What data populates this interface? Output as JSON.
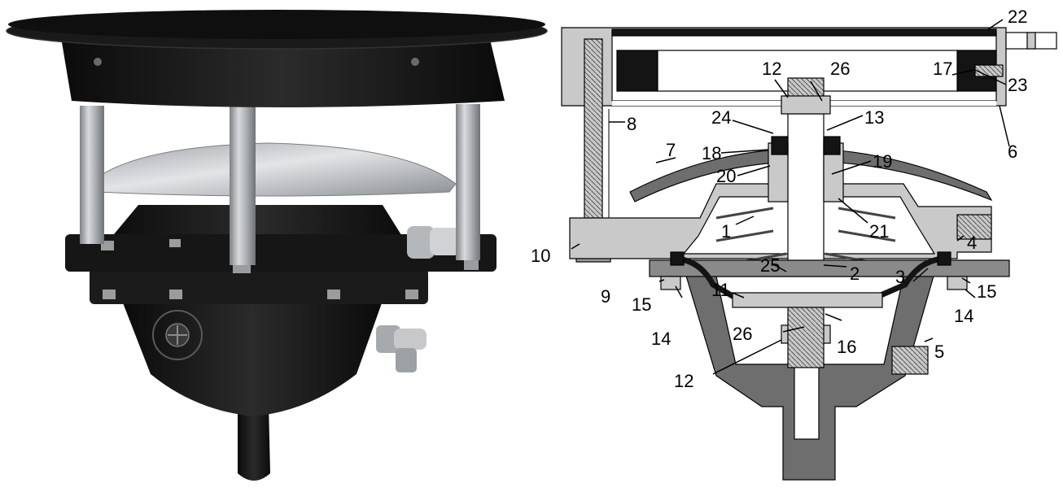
{
  "colors": {
    "background": "#ffffff",
    "casting_black": "#141414",
    "casting_shadow": "#2a2a2a",
    "aluminum": "#b9bcbf",
    "aluminum_dark": "#8e9296",
    "section_light": "#c9c9c9",
    "section_dark": "#6e6e6e",
    "diaphragm": "#141414",
    "line": "#000000"
  },
  "photo": {
    "alt": "photo-of-assembled-regulator"
  },
  "diagram": {
    "labels": {
      "l1": "1",
      "l2": "2",
      "l3": "3",
      "l4": "4",
      "l5": "5",
      "l6": "6",
      "l7": "7",
      "l8": "8",
      "l9": "9",
      "l10": "10",
      "l11": "11",
      "l12a": "12",
      "l12b": "12",
      "l13": "13",
      "l14a": "14",
      "l14b": "14",
      "l15a": "15",
      "l15b": "15",
      "l16": "16",
      "l17": "17",
      "l18": "18",
      "l19": "19",
      "l20": "20",
      "l21": "21",
      "l22": "22",
      "l23": "23",
      "l24": "24",
      "l25": "25",
      "l26a": "26",
      "l26b": "26"
    }
  }
}
